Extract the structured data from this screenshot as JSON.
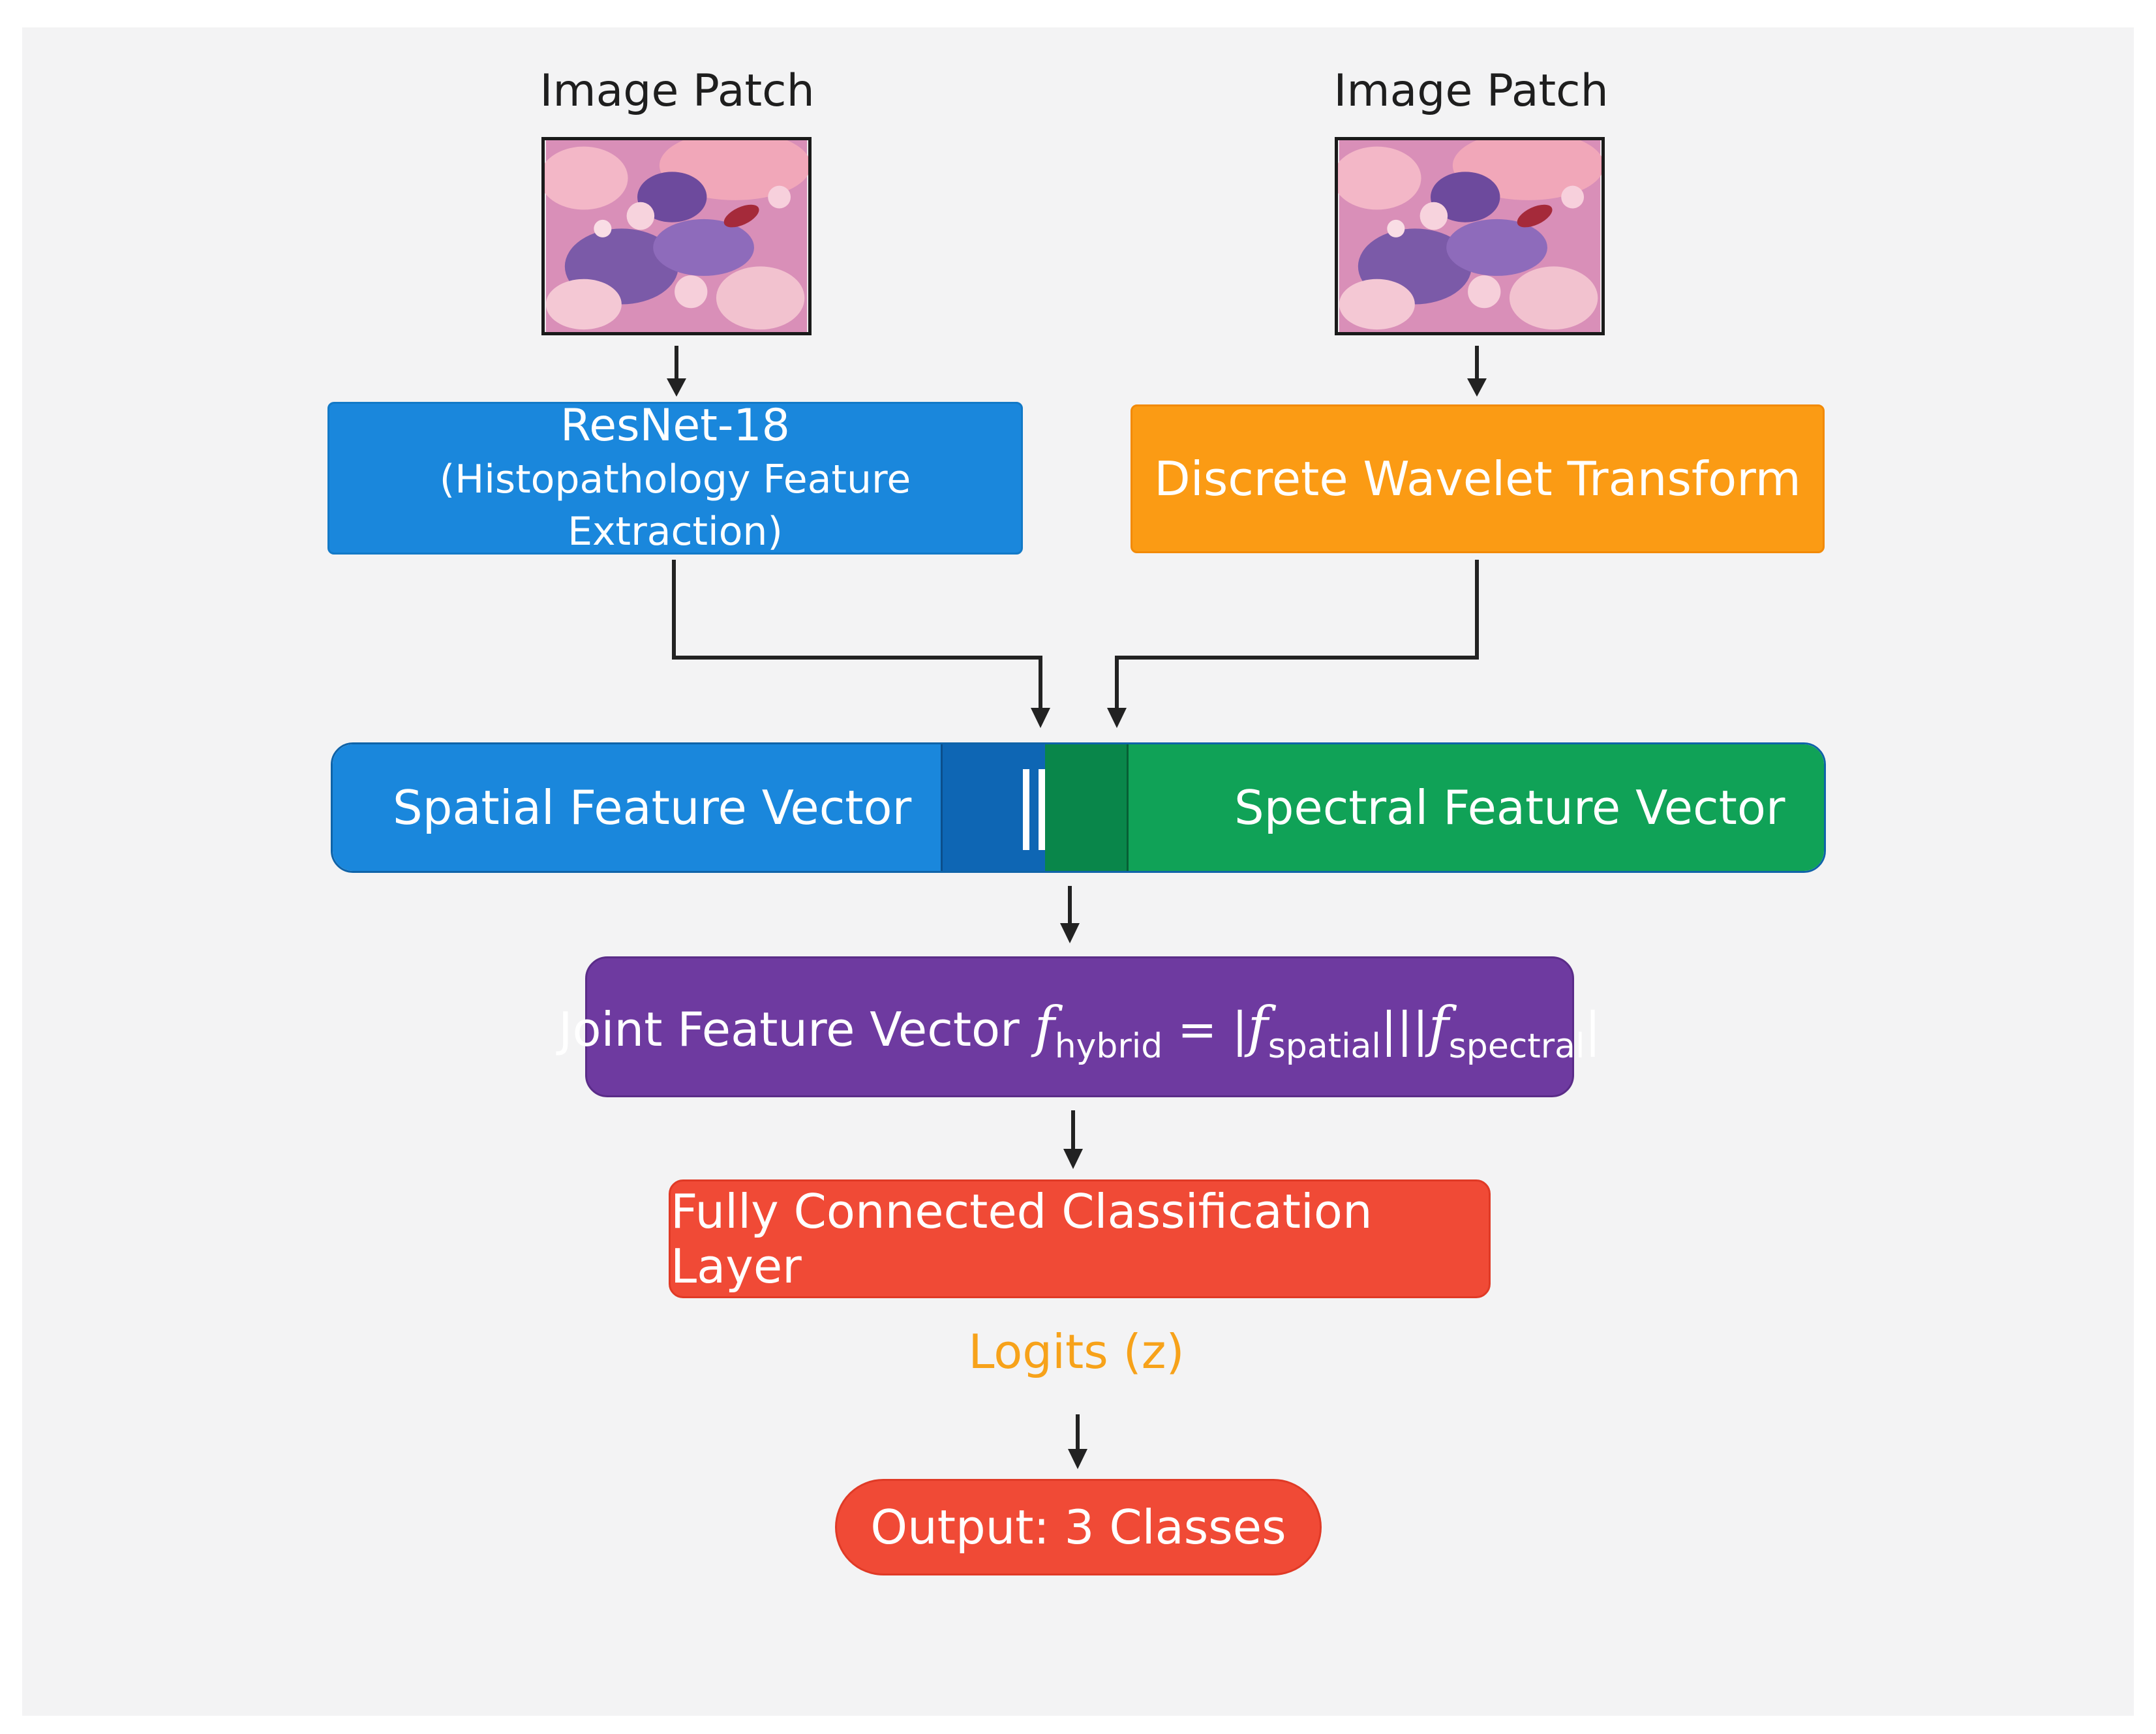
{
  "inputs": {
    "left": {
      "title": "Image Patch"
    },
    "right": {
      "title": "Image Patch"
    }
  },
  "resnet": {
    "title": "ResNet-18",
    "subtitle": "(Histopathology Feature Extraction)"
  },
  "dwt": {
    "title": "Discrete Wavelet Transform"
  },
  "features": {
    "spatial": "Spatial Feature Vector",
    "spectral": "Spectral Feature Vector",
    "concat_symbol": "||"
  },
  "joint": {
    "prefix": "Joint Feature Vector",
    "f": "f",
    "hybrid_sub": "hybrid",
    "equals": " = |",
    "spatial_sub": "spatial",
    "concat": "|||",
    "spectral_sub": "spectral",
    "suffix": "|"
  },
  "fc": {
    "label": "Fully Connected Classification Layer"
  },
  "logits": {
    "label": "Logits (z)"
  },
  "output": {
    "label": "Output: 3 Classes"
  },
  "colors": {
    "resnet": "#1a87dc",
    "dwt": "#fb9b14",
    "spectral": "#10a257",
    "joint": "#6e3aa0",
    "fc": "#f04a36",
    "logits": "#f7a21a"
  }
}
